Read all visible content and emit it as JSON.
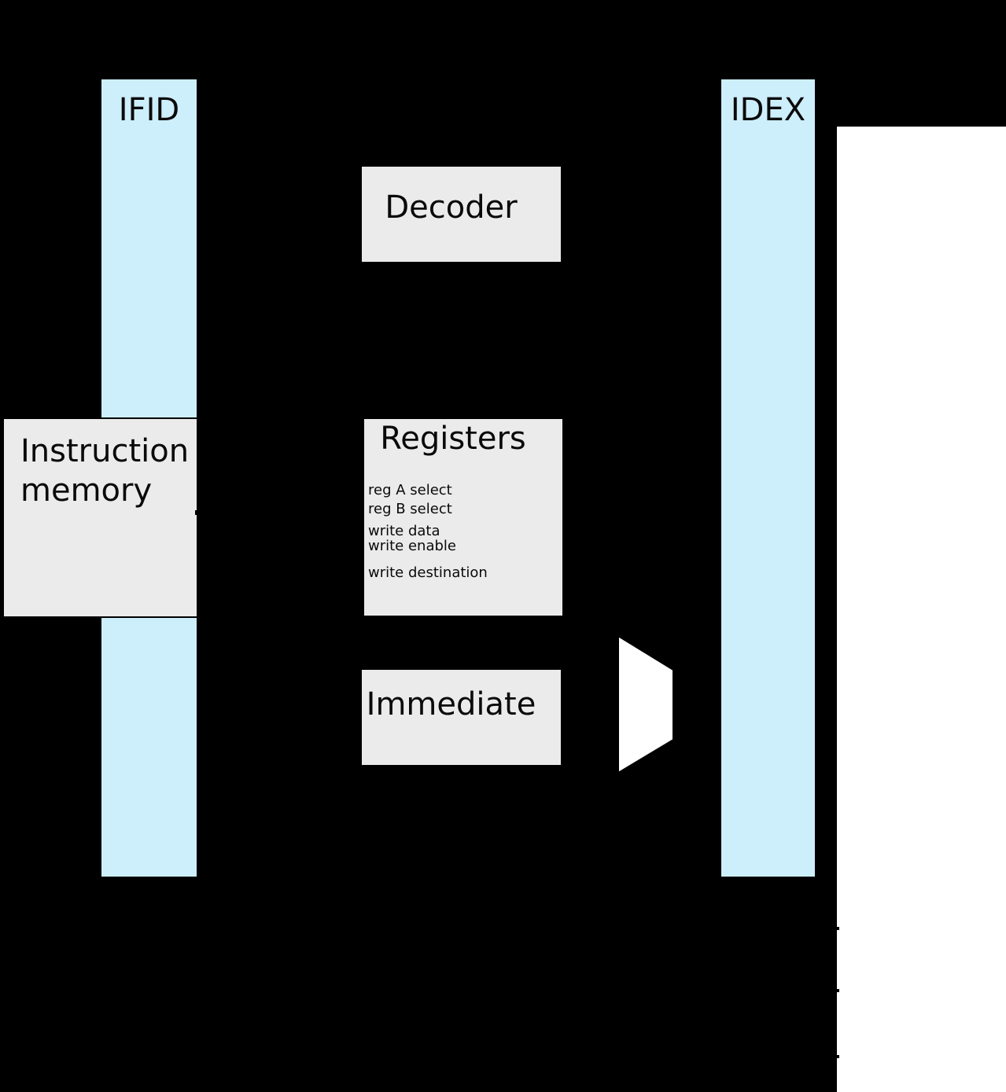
{
  "colors": {
    "background": "#000000",
    "paper": "#ffffff",
    "pipeline_register_fill": "#cdeefb",
    "block_fill": "#ebebeb",
    "border": "#000000",
    "text": "#0a0a0a",
    "mux_fill": "#ffffff"
  },
  "pipeline_registers": [
    {
      "label": "IFID"
    },
    {
      "label": "IDEX"
    }
  ],
  "blocks": {
    "instruction_memory": {
      "line1": "Instruction",
      "line2": "memory"
    },
    "decoder": {
      "label": "Decoder"
    },
    "registers": {
      "title": "Registers",
      "ports": [
        "reg A select",
        "reg B select",
        "write data",
        "write enable",
        "write destination"
      ]
    },
    "immediate": {
      "label": "Immediate"
    }
  },
  "mux": {
    "name": "multiplexer"
  }
}
